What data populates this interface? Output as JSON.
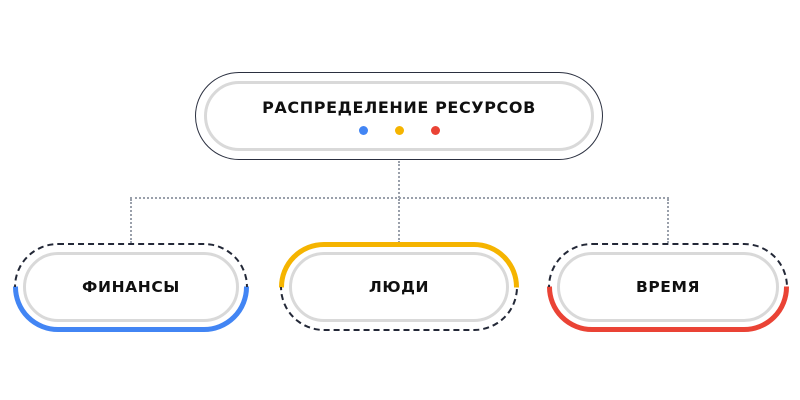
{
  "diagram": {
    "root": {
      "label": "РАСПРЕДЕЛЕНИЕ РЕСУРСОВ",
      "dots": [
        {
          "name": "blue",
          "color": "#4285F4"
        },
        {
          "name": "yellow",
          "color": "#F5B400"
        },
        {
          "name": "red",
          "color": "#EA4335"
        }
      ]
    },
    "children": [
      {
        "id": "finances",
        "label": "ФИНАНСЫ",
        "accent": "#4285F4",
        "accent_side": "bottom"
      },
      {
        "id": "people",
        "label": "ЛЮДИ",
        "accent": "#F5B400",
        "accent_side": "top"
      },
      {
        "id": "time",
        "label": "ВРЕМЯ",
        "accent": "#EA4335",
        "accent_side": "bottom"
      }
    ],
    "styles": {
      "dashed_border_color": "#232837",
      "inner_ring_color": "#D9D9D9",
      "connector_color": "#9AA0AB",
      "text_color": "#101010",
      "background": "#FFFFFF"
    }
  }
}
